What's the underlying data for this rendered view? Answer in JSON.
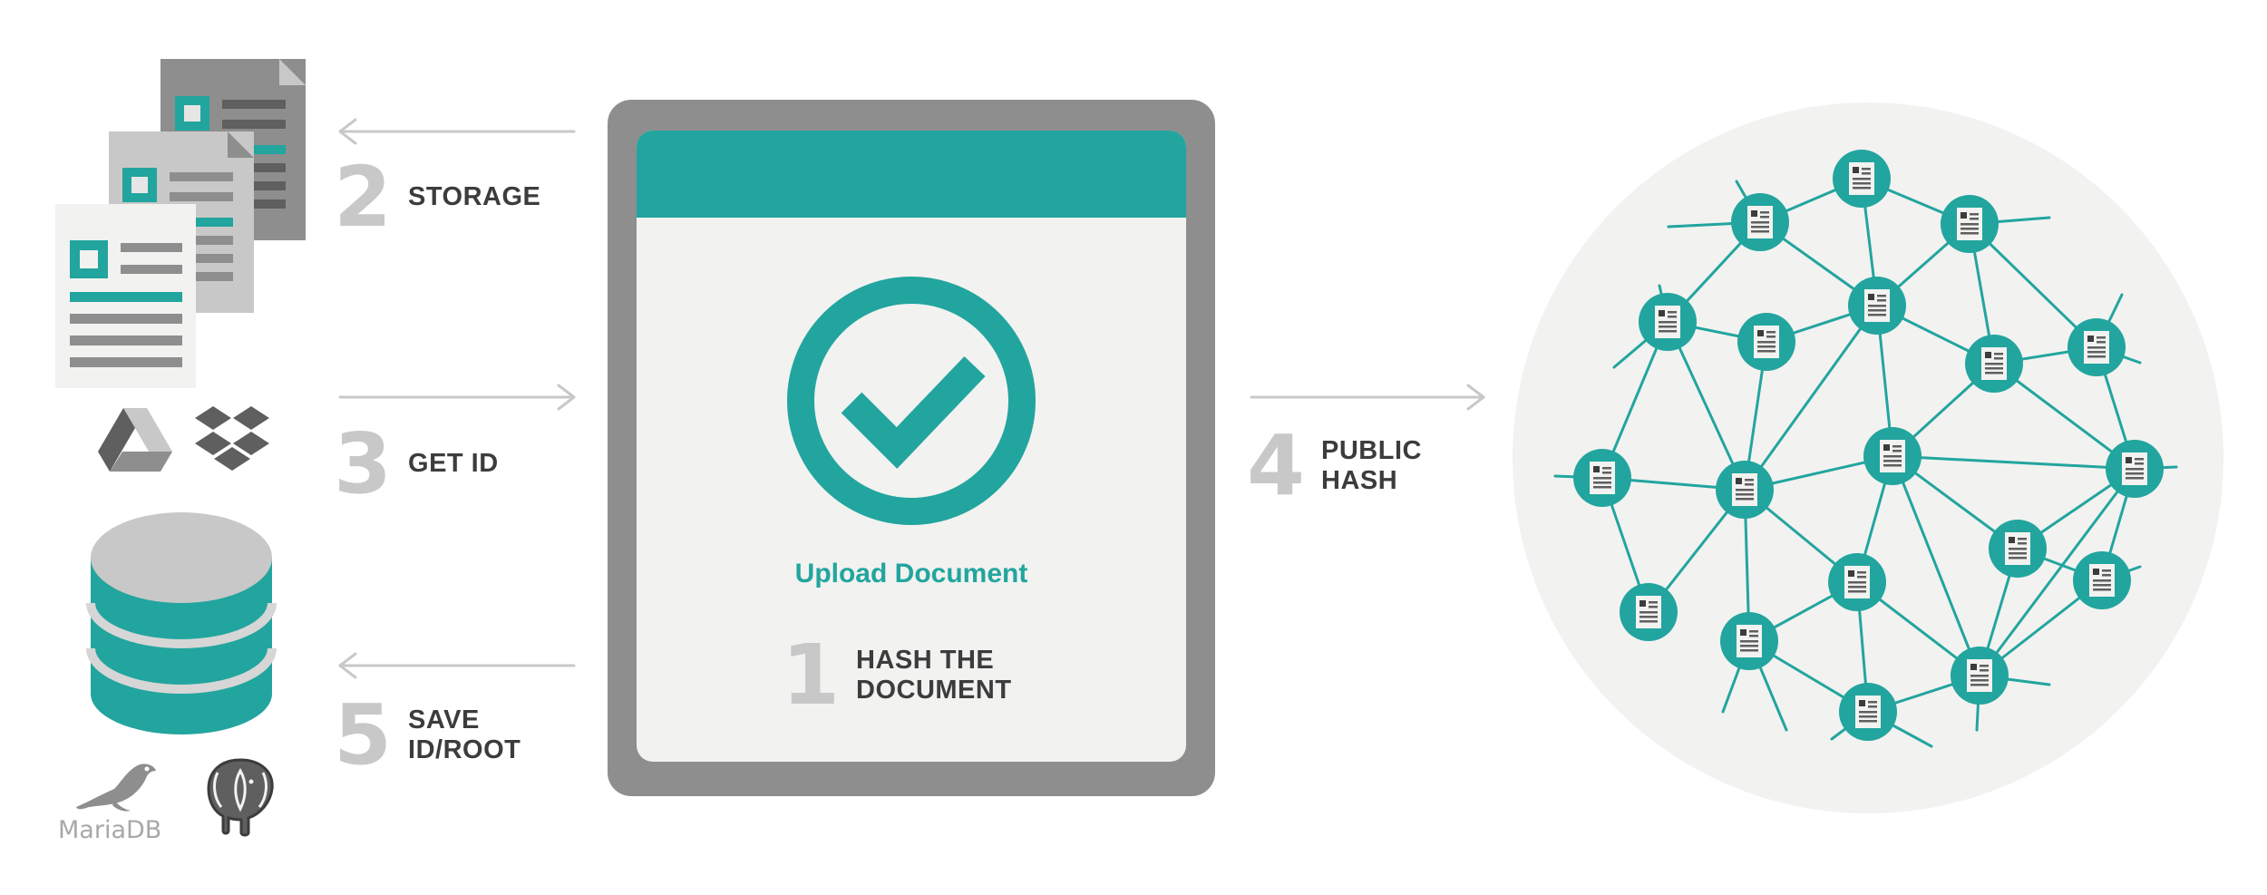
{
  "steps": [
    {
      "num": "1",
      "label": "HASH THE\nDOCUMENT"
    },
    {
      "num": "2",
      "label": "STORAGE"
    },
    {
      "num": "3",
      "label": "GET ID"
    },
    {
      "num": "4",
      "label": "PUBLIC\nHASH"
    },
    {
      "num": "5",
      "label": "SAVE\nID/ROOT"
    }
  ],
  "upload": {
    "title": "Upload Document"
  },
  "logos": {
    "mariadb": "MariaDB"
  },
  "icons": {
    "documents": "document-stack-icon",
    "drive": "google-drive-icon",
    "dropbox": "dropbox-icon",
    "database": "database-icon",
    "mariadb": "mariadb-seal-icon",
    "postgres": "postgresql-elephant-icon",
    "check": "checkmark-circle-icon",
    "network": "blockchain-network-icon"
  },
  "colors": {
    "teal": "#22a59e",
    "gray_dark": "#8e8e8e",
    "gray_light": "#c8c8c8",
    "text": "#3c3c3c",
    "circle_bg": "#f2f2f1"
  }
}
